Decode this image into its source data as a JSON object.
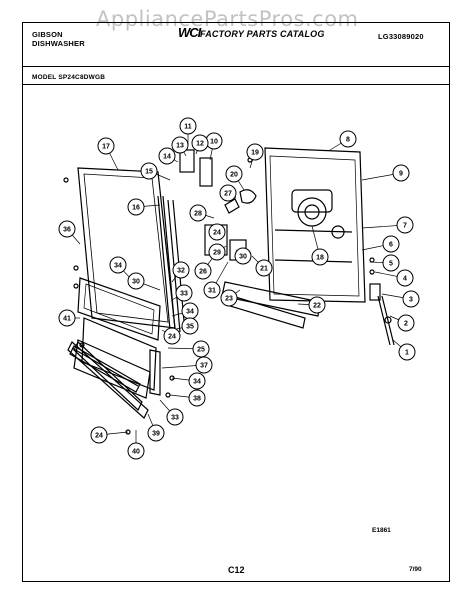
{
  "header": {
    "brand_line1": "GIBSON",
    "brand_line2": "DISHWASHER",
    "logo": "WCI",
    "catalog_title": "FACTORY PARTS CATALOG",
    "doc_number": "LG33089020"
  },
  "watermark": "AppliancePartsPros.com",
  "model_label": "MODEL SP24C8DWGB",
  "footer": {
    "drawing_code": "E1861",
    "page_code": "C12",
    "date": "7/90"
  },
  "callouts": [
    {
      "label": "1"
    },
    {
      "label": "2"
    },
    {
      "label": "3"
    },
    {
      "label": "4"
    },
    {
      "label": "5"
    },
    {
      "label": "6"
    },
    {
      "label": "7"
    },
    {
      "label": "8"
    },
    {
      "label": "9"
    },
    {
      "label": "10"
    },
    {
      "label": "11"
    },
    {
      "label": "12"
    },
    {
      "label": "13"
    },
    {
      "label": "14"
    },
    {
      "label": "15"
    },
    {
      "label": "16"
    },
    {
      "label": "17"
    },
    {
      "label": "18"
    },
    {
      "label": "19"
    },
    {
      "label": "20"
    },
    {
      "label": "21"
    },
    {
      "label": "22"
    },
    {
      "label": "23"
    },
    {
      "label": "24"
    },
    {
      "label": "24"
    },
    {
      "label": "24"
    },
    {
      "label": "25"
    },
    {
      "label": "26"
    },
    {
      "label": "27"
    },
    {
      "label": "28"
    },
    {
      "label": "29"
    },
    {
      "label": "30"
    },
    {
      "label": "30"
    },
    {
      "label": "31"
    },
    {
      "label": "32"
    },
    {
      "label": "33"
    },
    {
      "label": "33"
    },
    {
      "label": "34"
    },
    {
      "label": "34"
    },
    {
      "label": "34"
    },
    {
      "label": "35"
    },
    {
      "label": "36"
    },
    {
      "label": "37"
    },
    {
      "label": "38"
    },
    {
      "label": "39"
    },
    {
      "label": "40"
    },
    {
      "label": "41"
    }
  ]
}
